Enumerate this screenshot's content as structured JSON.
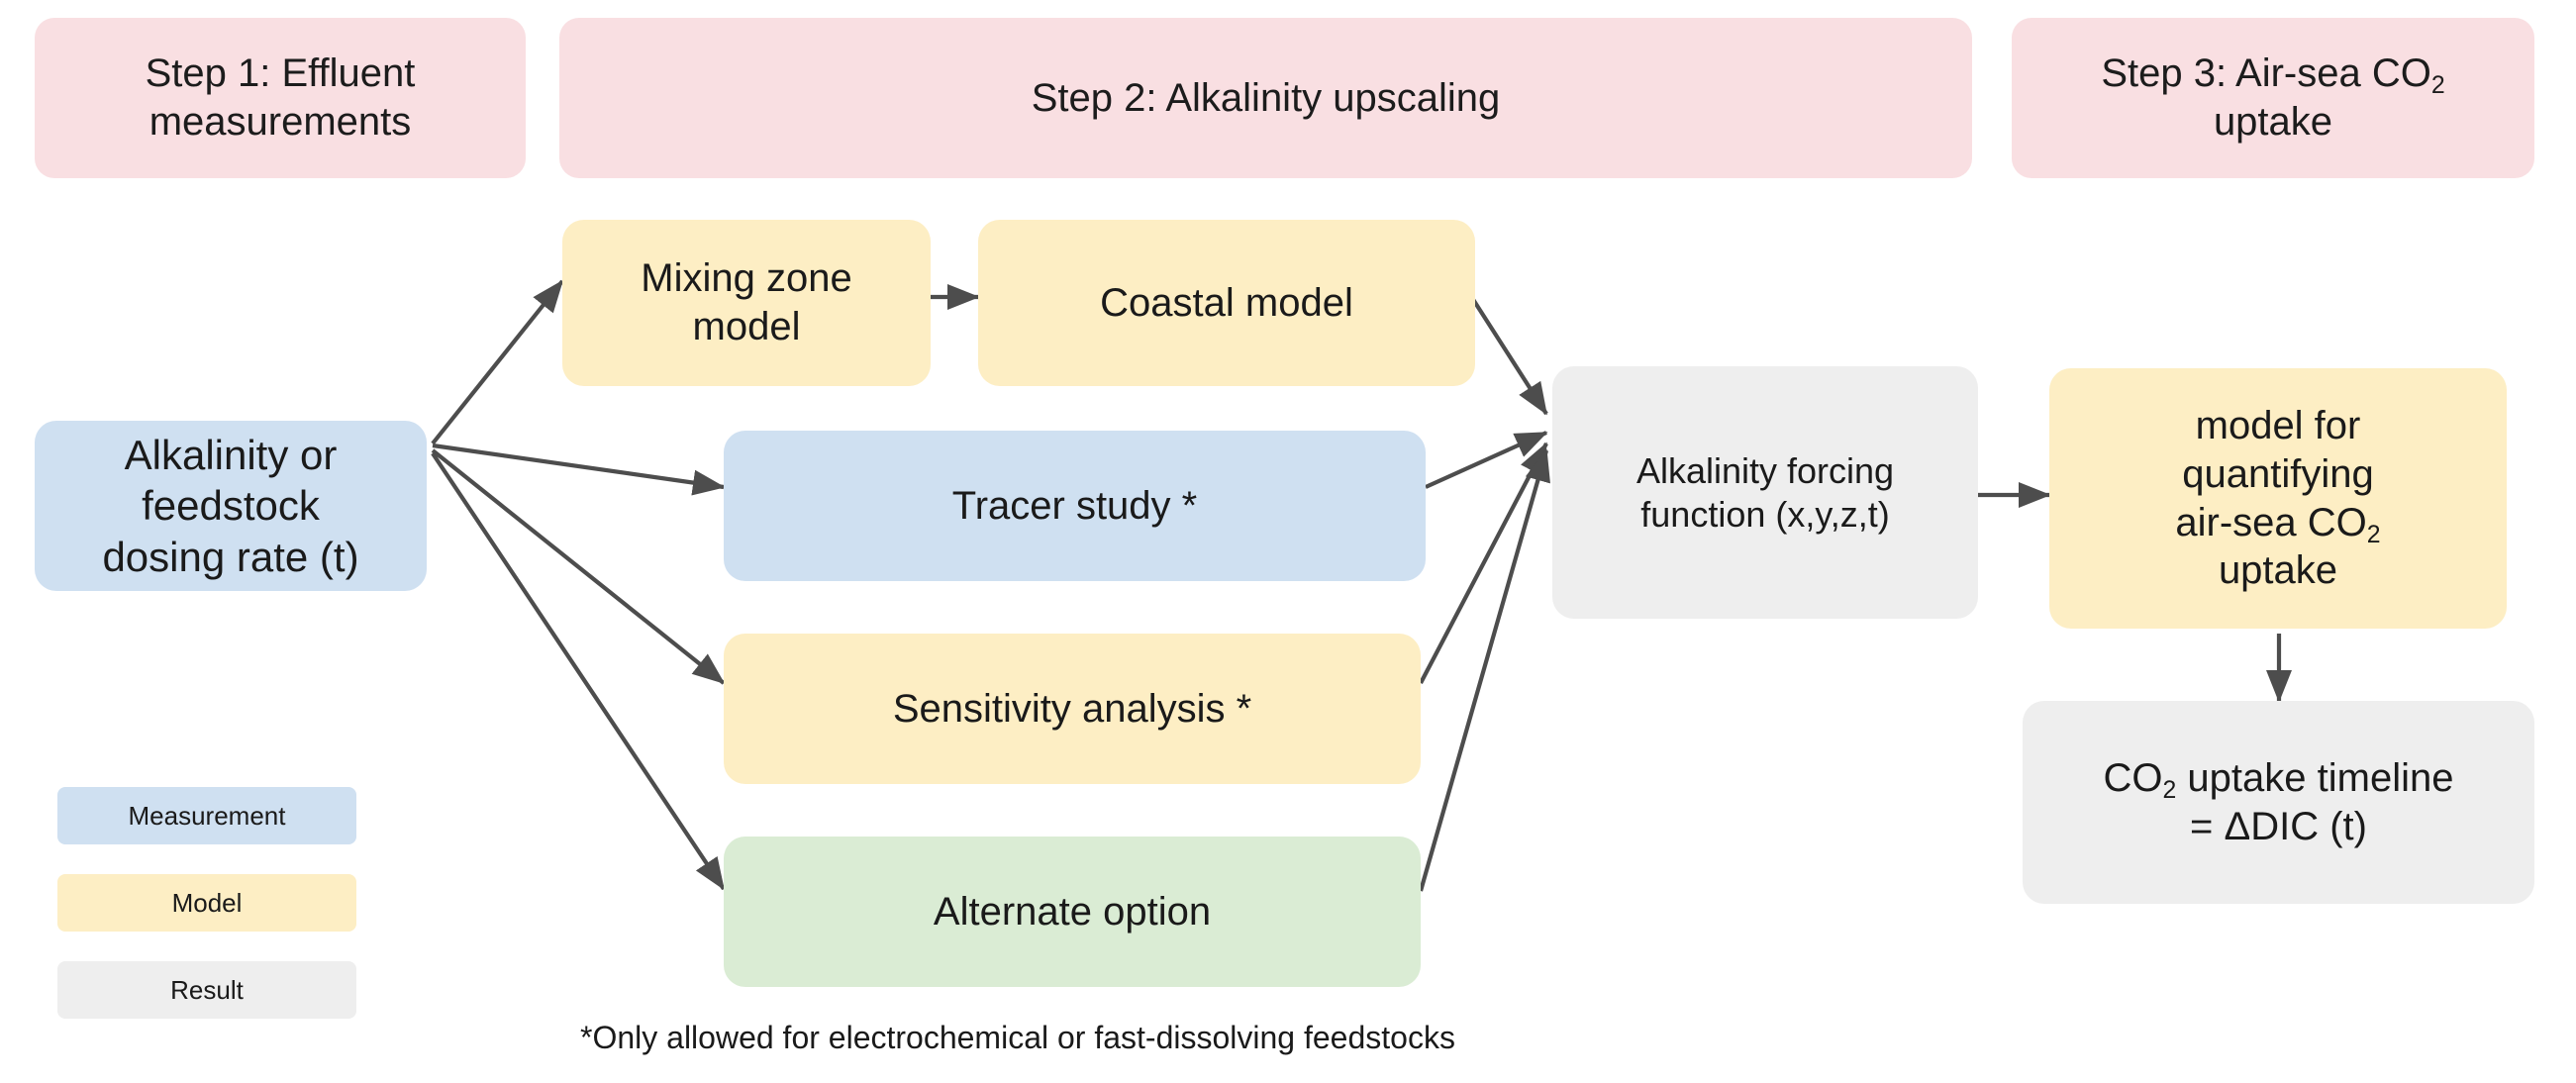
{
  "steps": [
    {
      "id": "step1",
      "label": "Step 1: Effluent\nmeasurements"
    },
    {
      "id": "step2",
      "label": "Step 2: Alkalinity upscaling"
    },
    {
      "id": "step3",
      "label_pre": "Step 3: Air-sea CO",
      "label_sub": "2",
      "label_post": "\nuptake"
    }
  ],
  "nodes": {
    "input": {
      "label": "Alkalinity or\nfeedstock\ndosing rate (t)",
      "category": "Measurement",
      "color": "#cfe0f1"
    },
    "mixing_zone": {
      "label": "Mixing zone\nmodel",
      "category": "Model",
      "color": "#fdeec4"
    },
    "coastal": {
      "label": "Coastal model",
      "category": "Model",
      "color": "#fdeec4"
    },
    "tracer": {
      "label": "Tracer study *",
      "category": "Measurement",
      "color": "#cfe0f1"
    },
    "sensitivity": {
      "label": "Sensitivity analysis *",
      "category": "Model",
      "color": "#fdeec4"
    },
    "alternate": {
      "label": "Alternate option",
      "category": "Alternate",
      "color": "#daecd4"
    },
    "forcing": {
      "label": "Alkalinity forcing\nfunction (x,y,z,t)",
      "category": "Result",
      "color": "#eeeeee"
    },
    "quantify": {
      "pre": "model for\nquantifying\nair-sea CO",
      "sub": "2",
      "post": "\nuptake",
      "category": "Model",
      "color": "#fdeec4"
    },
    "timeline": {
      "pre": "CO",
      "sub": "2",
      "post": " uptake timeline\n= ΔDIC (t)",
      "category": "Result",
      "color": "#eeeeee"
    }
  },
  "legend": {
    "items": [
      {
        "label": "Measurement",
        "color": "#cfe0f1"
      },
      {
        "label": "Model",
        "color": "#fdeec4"
      },
      {
        "label": "Result",
        "color": "#eeeeee"
      }
    ]
  },
  "footnote": "*Only allowed for electrochemical or fast-dissolving feedstocks",
  "palette": {
    "step_banner": "#f9dfe2",
    "measurement": "#cfe0f1",
    "model": "#fdeec4",
    "result": "#eeeeee",
    "alternate": "#daecd4",
    "arrow": "#4d4d4d",
    "text": "#1a1a1a",
    "background": "#ffffff"
  },
  "edges": [
    {
      "from": "input",
      "to": "mixing_zone"
    },
    {
      "from": "mixing_zone",
      "to": "coastal"
    },
    {
      "from": "input",
      "to": "tracer"
    },
    {
      "from": "input",
      "to": "sensitivity"
    },
    {
      "from": "input",
      "to": "alternate"
    },
    {
      "from": "coastal",
      "to": "forcing"
    },
    {
      "from": "tracer",
      "to": "forcing"
    },
    {
      "from": "sensitivity",
      "to": "forcing"
    },
    {
      "from": "alternate",
      "to": "forcing"
    },
    {
      "from": "forcing",
      "to": "quantify"
    },
    {
      "from": "quantify",
      "to": "timeline"
    }
  ]
}
